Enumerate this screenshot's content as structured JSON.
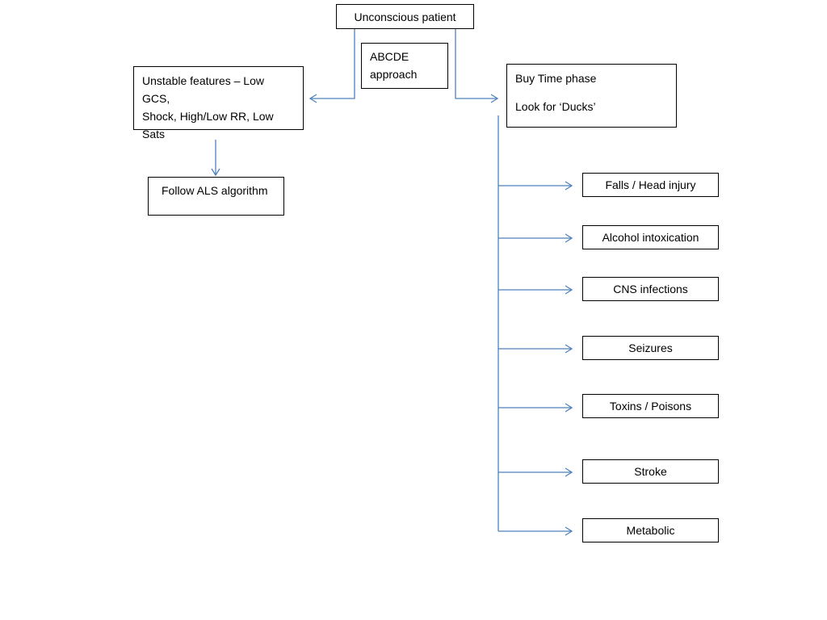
{
  "diagram": {
    "root": {
      "label": "Unconscious patient"
    },
    "approach": {
      "lines": [
        "ABCDE",
        "approach"
      ]
    },
    "unstable": {
      "lines": [
        "Unstable features – Low GCS,",
        "Shock, High/Low RR, Low Sats"
      ]
    },
    "als": {
      "label": "Follow ALS algorithm"
    },
    "buy_time": {
      "lines": [
        "Buy Time phase",
        "Look for ‘Ducks’"
      ]
    },
    "causes": [
      "Falls / Head injury",
      "Alcohol intoxication",
      "CNS infections",
      "Seizures",
      "Toxins / Poisons",
      "Stroke",
      "Metabolic"
    ]
  },
  "colors": {
    "connector": "#4f81bd",
    "box_border": "#000000",
    "text": "#000000",
    "background": "#ffffff"
  }
}
